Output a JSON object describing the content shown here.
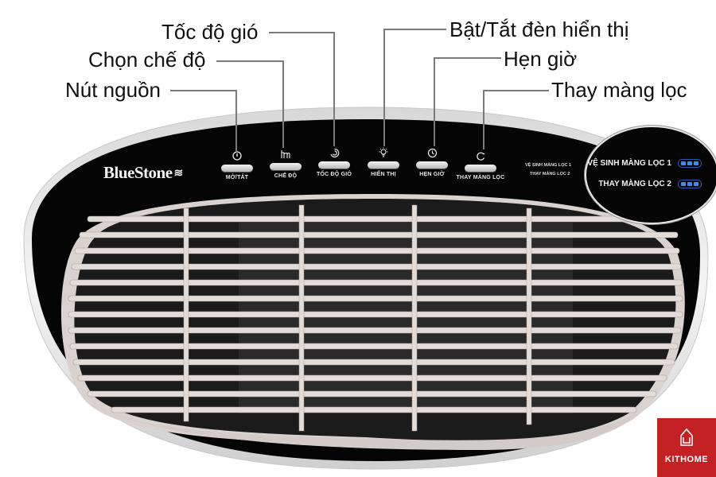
{
  "callouts": [
    {
      "id": "power",
      "label": "Nút nguồn"
    },
    {
      "id": "mode",
      "label": "Chọn chế độ"
    },
    {
      "id": "fan_speed",
      "label": "Tốc độ gió"
    },
    {
      "id": "display",
      "label": "Bật/Tắt đèn hiển thị"
    },
    {
      "id": "timer",
      "label": "Hẹn giờ"
    },
    {
      "id": "filter",
      "label": "Thay màng lọc"
    }
  ],
  "device": {
    "brand": "BlueStone",
    "controls": [
      {
        "id": "power",
        "icon": "power-icon",
        "label": "MỞ/TẮT"
      },
      {
        "id": "mode",
        "icon": "hand-icon",
        "label": "CHẾ ĐỘ"
      },
      {
        "id": "fan_speed",
        "icon": "fan-swirl-icon",
        "label": "TỐC ĐỘ GIÓ"
      },
      {
        "id": "display",
        "icon": "light-bulb-icon",
        "label": "HIỂN THỊ"
      },
      {
        "id": "timer",
        "icon": "clock-icon",
        "label": "HẸN GIỜ"
      },
      {
        "id": "filter",
        "icon": "refresh-icon",
        "label": "THAY MÀNG LỌC"
      }
    ],
    "indicators": [
      {
        "label": "VỆ SINH MÀNG LỌC 1"
      },
      {
        "label": "THAY MÀNG LỌC 2"
      }
    ],
    "magnified_indicators": [
      {
        "label": "VỆ SINH MÀNG LỌC 1",
        "led_count": 3
      },
      {
        "label": "THAY MÀNG LỌC 2",
        "led_count": 3
      }
    ]
  },
  "watermark": {
    "label": "KITHOME"
  },
  "colors": {
    "body_black": "#050505",
    "grille": "#d9d2cf",
    "led_blue": "#3a8df0",
    "watermark_red": "#c42124"
  }
}
